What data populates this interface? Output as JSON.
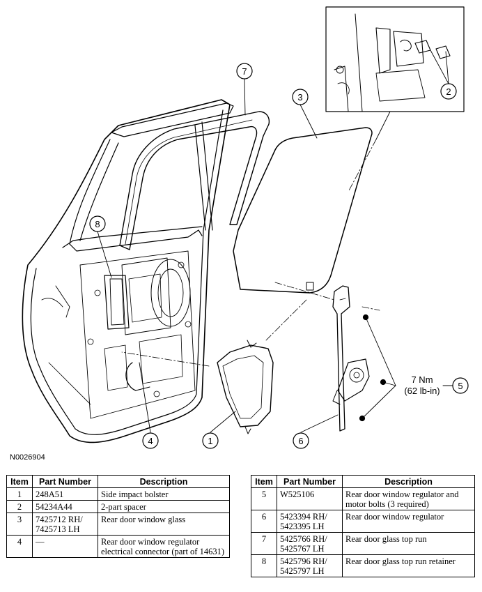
{
  "figure_id": "N0026904",
  "callouts": {
    "c1": "1",
    "c2": "2",
    "c3": "3",
    "c4": "4",
    "c5": "5",
    "c6": "6",
    "c7": "7",
    "c8": "8"
  },
  "torque": {
    "metric": "7 Nm",
    "imperial": "(62 lb-in)"
  },
  "headers": {
    "item": "Item",
    "part_number": "Part Number",
    "description": "Description"
  },
  "left_table": [
    {
      "item": "1",
      "part_number": "248A51",
      "description": "Side impact bolster"
    },
    {
      "item": "2",
      "part_number": "54234A44",
      "description": "2-part spacer"
    },
    {
      "item": "3",
      "part_number": "7425712 RH/ 7425713 LH",
      "description": "Rear door window glass"
    },
    {
      "item": "4",
      "part_number": "—",
      "description": "Rear door window regulator electrical connector (part of 14631)"
    }
  ],
  "right_table": [
    {
      "item": "5",
      "part_number": "W525106",
      "description": "Rear door window regulator and motor bolts (3 required)"
    },
    {
      "item": "6",
      "part_number": "5423394 RH/ 5423395 LH",
      "description": "Rear door window regulator"
    },
    {
      "item": "7",
      "part_number": "5425766 RH/ 5425767 LH",
      "description": "Rear door glass top run"
    },
    {
      "item": "8",
      "part_number": "5425796 RH/ 5425797 LH",
      "description": "Rear door glass top run retainer"
    }
  ]
}
